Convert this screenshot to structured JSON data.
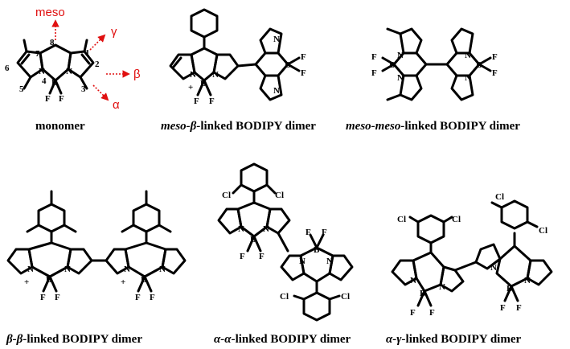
{
  "colors": {
    "pink": "#e87ae8",
    "green": "#2ee84a",
    "cyan": "#2ae0f0",
    "arrow": "#e01010"
  },
  "captions": {
    "monomer": "monomer",
    "meso_beta_prefix": "meso-β-",
    "meso_beta_suffix": "linked BODIPY dimer",
    "meso_meso_prefix": "meso-meso-",
    "meso_meso_suffix": "linked BODIPY dimer",
    "beta_beta_prefix": "β-β-",
    "beta_beta_suffix": "linked BODIPY dimer",
    "alpha_alpha_prefix": "α-α-",
    "alpha_alpha_suffix": "linked BODIPY dimer",
    "alpha_gamma_prefix": "α-γ-",
    "alpha_gamma_suffix": "linked BODIPY dimer"
  },
  "monomer_labels": {
    "meso": "meso",
    "gamma": "γ",
    "beta": "β",
    "alpha": "α",
    "positions": [
      "1",
      "2",
      "3",
      "4",
      "5",
      "6",
      "7",
      "8"
    ]
  },
  "atoms": {
    "N": "N",
    "B": "B",
    "F": "F",
    "Cl": "Cl",
    "plus": "+",
    "minus": "−"
  }
}
